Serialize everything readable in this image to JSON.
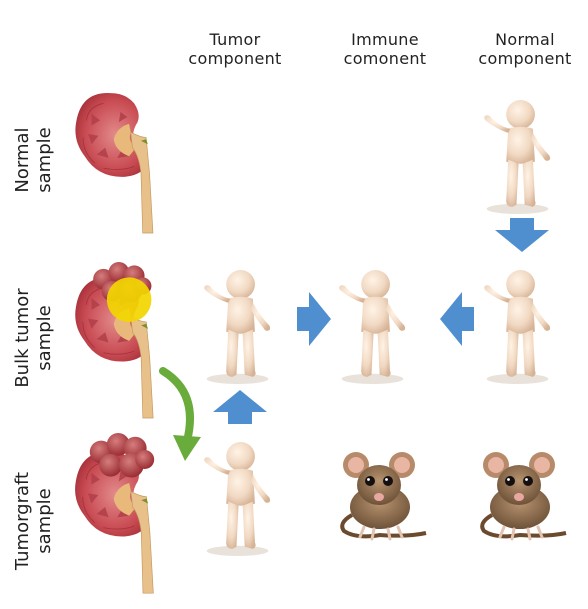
{
  "columns": {
    "tumor": [
      "Tumor",
      "component"
    ],
    "immune": [
      "Immune",
      "comonent"
    ],
    "normal": [
      "Normal",
      "component"
    ]
  },
  "rows": {
    "normal": [
      "Normal",
      "sample"
    ],
    "bulk": [
      "Bulk tumor",
      "sample"
    ],
    "tumorgraft": [
      "Tumorgraft",
      "sample"
    ]
  },
  "colors": {
    "arrow_blue": "#4f8fd0",
    "arrow_green": "#6aac3b",
    "tumor_highlight": "#f2d600",
    "figure_skin": "#f1d9c3",
    "kidney_red": "#c23e45",
    "mouse_brown": "#8a6a4a"
  },
  "icons": [
    "kidney-icon",
    "tumor-kidney-icon",
    "person-figure-icon",
    "mouse-icon",
    "blue-arrow-icon",
    "green-curved-arrow-icon"
  ]
}
